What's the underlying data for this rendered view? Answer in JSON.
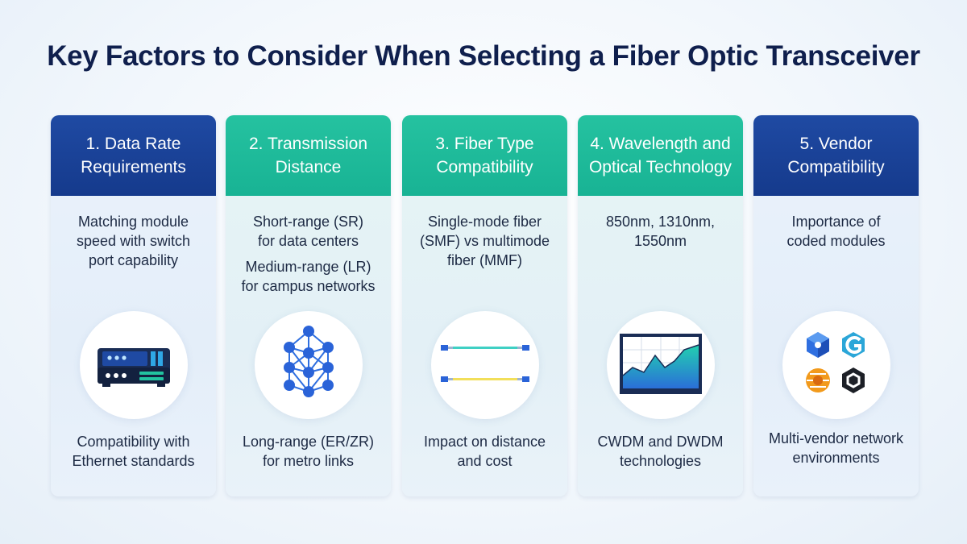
{
  "title": "Key Factors to Consider When Selecting a Fiber Optic Transceiver",
  "colors": {
    "blue": "#1f4aa3",
    "teal": "#25c2a0",
    "title": "#0f1f4d"
  },
  "cards": [
    {
      "heading": "1. Data Rate\nRequirements",
      "text1": "Matching module\nspeed with switch\nport capability",
      "text2": "",
      "footer": "Compatibility with\nEthernet standards",
      "icon": "network-switch-icon"
    },
    {
      "heading": "2. Transmission\nDistance",
      "text1": "Short-range (SR)\nfor data centers",
      "text2": "Medium-range (LR)\nfor campus networks",
      "footer": "Long-range (ER/ZR)\nfor metro links",
      "icon": "network-graph-icon"
    },
    {
      "heading": "3. Fiber Type\nCompatibility",
      "text1": "Single-mode fiber\n(SMF) vs multimode\nfiber (MMF)",
      "text2": "",
      "footer": "Impact on distance\nand cost",
      "icon": "fiber-cable-icon"
    },
    {
      "heading": "4. Wavelength and\nOptical Technology",
      "text1": "850nm, 1310nm,\n1550nm",
      "text2": "",
      "footer": "CWDM and DWDM\ntechnologies",
      "icon": "spectrum-chart-icon"
    },
    {
      "heading": "5. Vendor\nCompatibility",
      "text1": "Importance of\ncoded modules",
      "text2": "",
      "footer": "Multi-vendor network\nenvironments",
      "icon": "vendor-logos-icon"
    }
  ]
}
